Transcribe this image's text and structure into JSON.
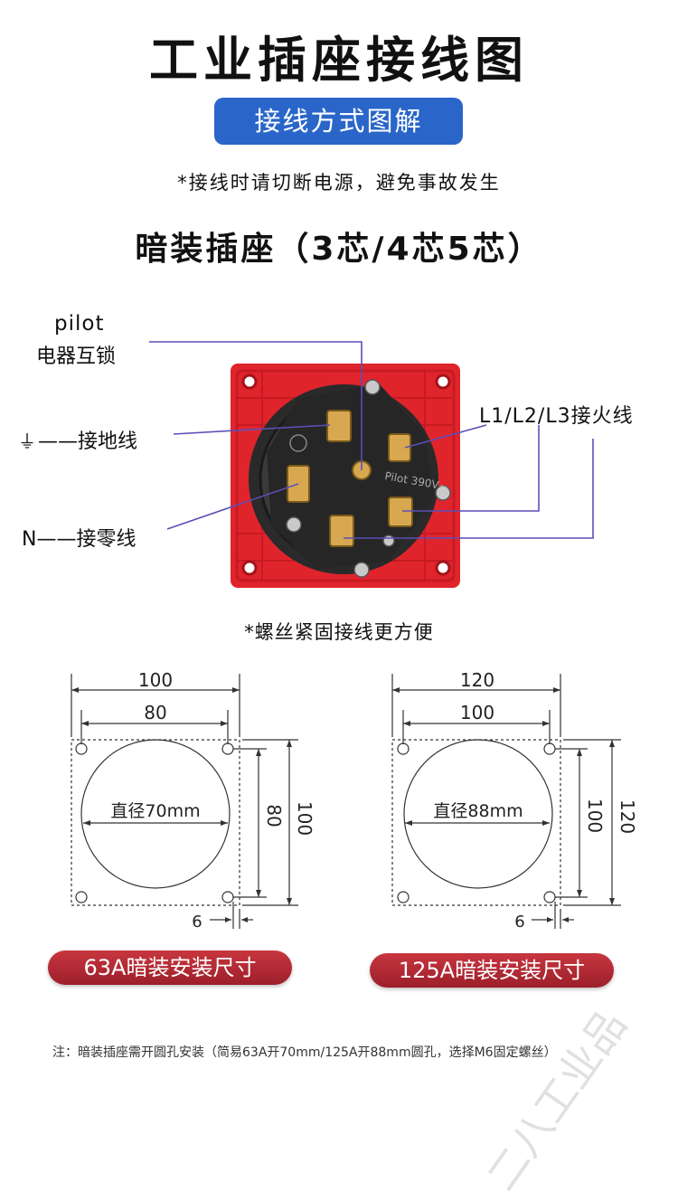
{
  "title": "工业插座接线图",
  "section_pill": "接线方式图解",
  "warning": "*接线时请切断电源，避免事故发生",
  "subtitle": "暗装插座（3芯/4芯5芯）",
  "labels": {
    "pilot": "pilot",
    "interlock": "电器互锁",
    "ground": "——接地线",
    "ground_symbol": "⏚",
    "neutral": "N——接零线",
    "live": "L1/L2/L3接火线",
    "pilot_mark": "Pilot 390V~"
  },
  "screw_note": "*螺丝紧固接线更方便",
  "diagrams": [
    {
      "outer_width": "100",
      "inner_width": "80",
      "inner_height": "80",
      "outer_height": "100",
      "diameter": "直径70mm",
      "edge": "6",
      "badge": "63A暗装安装尺寸"
    },
    {
      "outer_width": "120",
      "inner_width": "100",
      "inner_height": "100",
      "outer_height": "120",
      "diameter": "直径88mm",
      "edge": "6",
      "badge": "125A暗装安装尺寸"
    }
  ],
  "footnote": "注：暗装插座需开圆孔安装（简易63A开70mm/125A开88mm圆孔，选择M6固定螺丝）",
  "watermark": "二八工业品",
  "colors": {
    "pill": "#2a66c9",
    "badge": "#b02a35",
    "socket_red": "#e0242c",
    "leader": "#5a4fb8"
  }
}
